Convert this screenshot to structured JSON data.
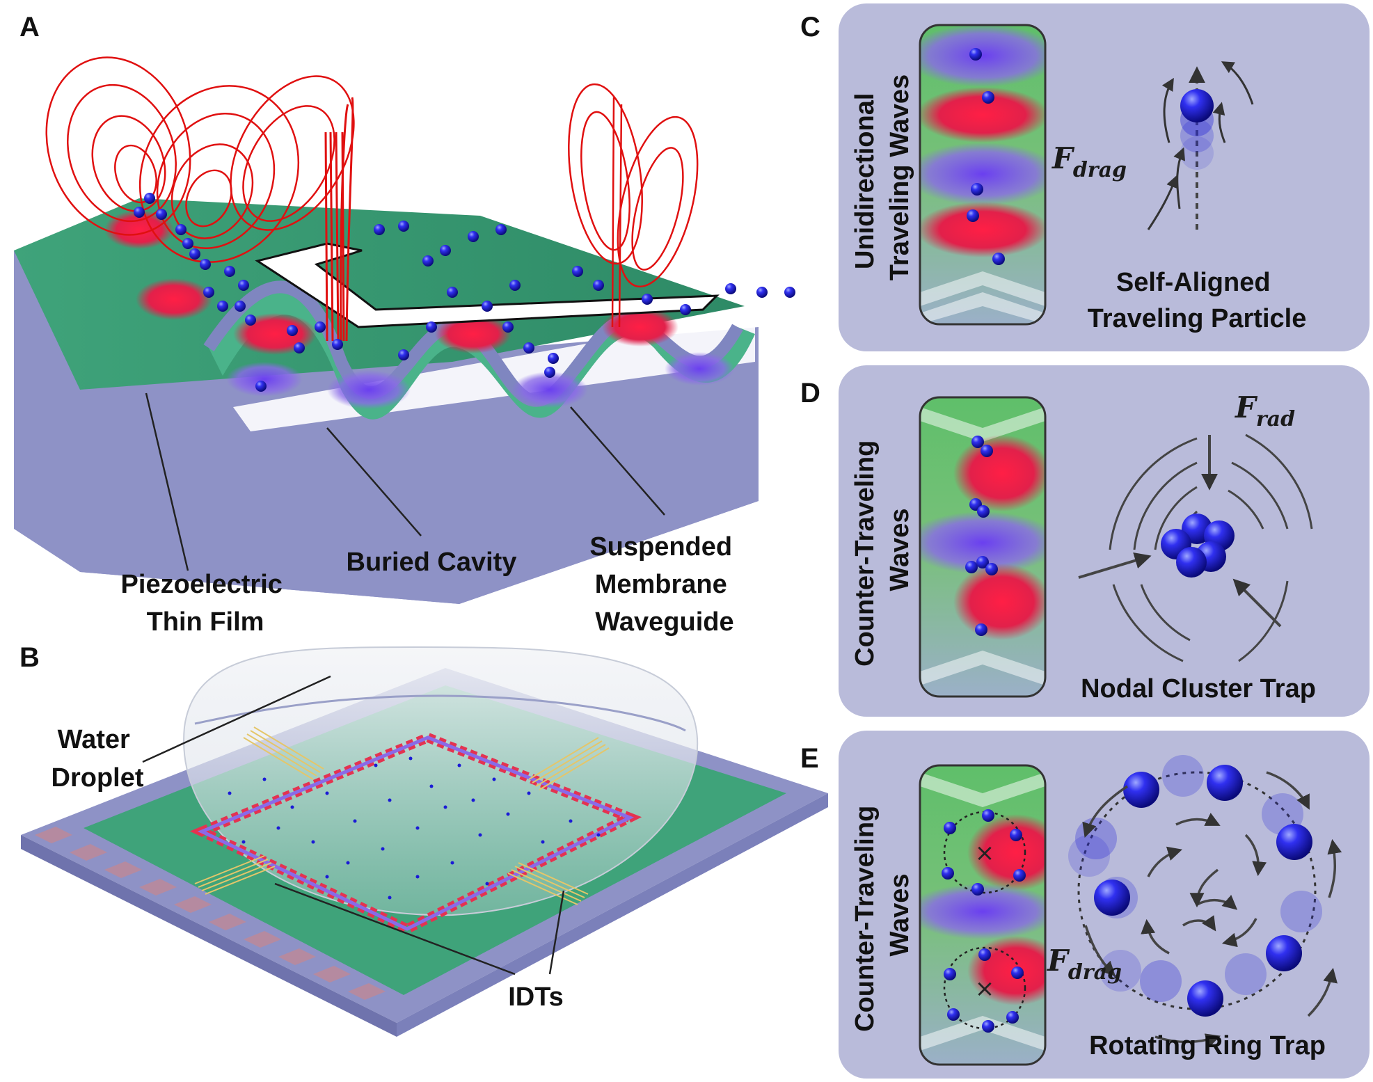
{
  "panels": {
    "A": {
      "label": "A",
      "annotations": {
        "piezo": [
          "Piezoelectric",
          "Thin Film"
        ],
        "cavity": [
          "Buried Cavity"
        ],
        "membrane": [
          "Suspended",
          "Membrane",
          "Waveguide"
        ]
      }
    },
    "B": {
      "label": "B",
      "annotations": {
        "droplet": [
          "Water",
          "Droplet"
        ],
        "idts": [
          "IDTs"
        ]
      }
    },
    "C": {
      "label": "C",
      "vertical_title": [
        "Unidirectional",
        "Traveling Waves"
      ],
      "force": {
        "main": "F",
        "sub": "drag"
      },
      "caption": [
        "Self-Aligned",
        "Traveling Particle"
      ]
    },
    "D": {
      "label": "D",
      "vertical_title": [
        "Counter-Traveling",
        "Waves"
      ],
      "force": {
        "main": "F",
        "sub": "rad"
      },
      "caption": [
        "Nodal Cluster Trap"
      ]
    },
    "E": {
      "label": "E",
      "vertical_title": [
        "Counter-Traveling",
        "Waves"
      ],
      "force": {
        "main": "F",
        "sub": "drag"
      },
      "caption": [
        "Rotating Ring Trap"
      ],
      "center_mark": "×"
    }
  },
  "colors": {
    "panel_bg": "#b9bbda",
    "substrate": "#8e92c6",
    "film": "#3fa37a",
    "antinode": "#e8203f",
    "node": "#6a3ff0",
    "particle": "#1a1ad6",
    "field_line": "#e01010"
  }
}
